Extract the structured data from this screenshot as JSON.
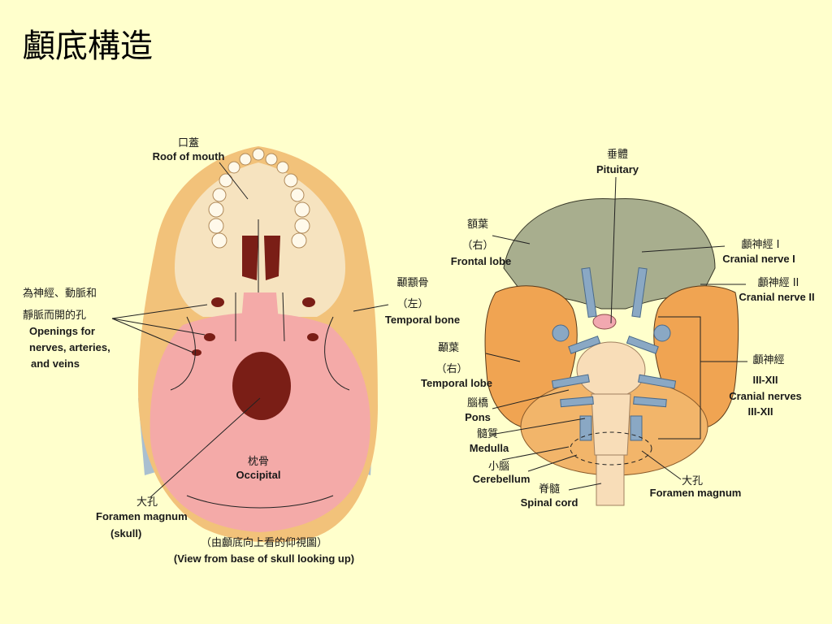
{
  "title": "顱底構造",
  "skull": {
    "roof_zh": "口蓋",
    "roof_en": "Roof of mouth",
    "openings_zh1": "為神經、動脈和",
    "openings_zh2": "靜脈而開的孔",
    "openings_en1": "Openings for",
    "openings_en2": "nerves, arteries,",
    "openings_en3": "and veins",
    "temporal_zh": "顳顬骨",
    "temporal_side": "（左）",
    "temporal_en": "Temporal bone",
    "occipital_zh": "枕骨",
    "occipital_en": "Occipital",
    "foramen_zh": "大孔",
    "foramen_en": "Foramen magnum",
    "foramen_note": "(skull)",
    "caption_zh": "（由顱底向上看的仰視圖）",
    "caption_en": "(View from base of skull looking up)"
  },
  "brain": {
    "pituitary_zh": "垂體",
    "pituitary_en": "Pituitary",
    "frontal_zh": "額葉",
    "frontal_side": "（右）",
    "frontal_en": "Frontal lobe",
    "cn1_zh": "顱神經 I",
    "cn1_en": "Cranial nerve I",
    "cn2_zh": "顱神經 II",
    "cn2_en": "Cranial nerve II",
    "temporal_zh": "顳葉",
    "temporal_side": "（右）",
    "temporal_en": "Temporal lobe",
    "cn3_zh": "顱神經",
    "cn3_range": "III-XII",
    "cn3_en1": "Cranial nerves",
    "cn3_en2": "III-XII",
    "pons_zh": "腦橋",
    "pons_en": "Pons",
    "medulla_zh": "髓質",
    "medulla_en": "Medulla",
    "cerebellum_zh": "小腦",
    "cerebellum_en": "Cerebellum",
    "spinal_zh": "脊髓",
    "spinal_en": "Spinal cord",
    "foramen_zh": "大孔",
    "foramen_en": "Foramen magnum"
  },
  "colors": {
    "background": "#ffffcc",
    "bone_pink": "#f4aaa8",
    "bone_orange": "#f2c27a",
    "bone_cream": "#f6e3bf",
    "dark_red": "#7a1e16",
    "brain_green": "#a8ae8e",
    "brain_orange": "#f0a452",
    "nerve_blue": "#8aa8c4",
    "brainstem": "#f8ddb8"
  }
}
